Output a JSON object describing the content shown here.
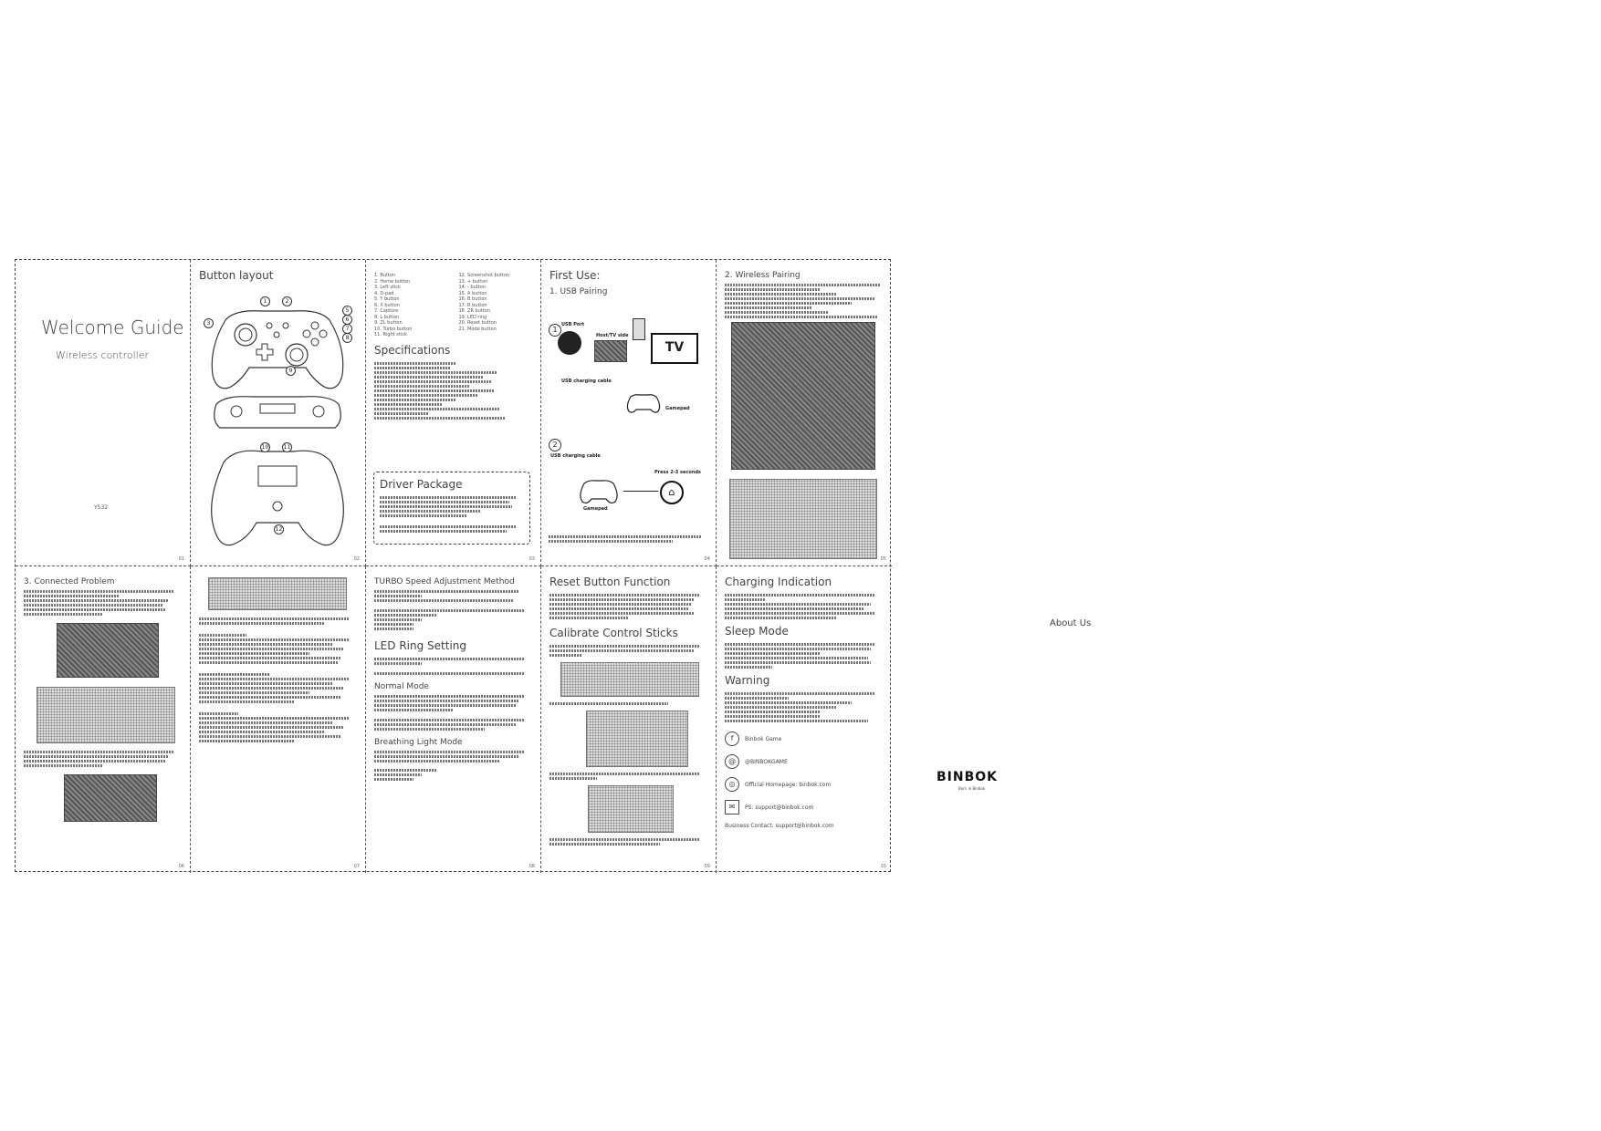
{
  "cover": {
    "title": "Welcome Guide",
    "subtitle": "Wireless controller",
    "model": "Y532"
  },
  "layout": {
    "title": "Button layout"
  },
  "spec": {
    "buttons": [
      "1. Button",
      "2. Home button",
      "3. Left stick",
      "4. D-pad",
      "5. Y button",
      "6. X button",
      "7. Capture",
      "8. L button",
      "9. ZL button",
      "10. Turbo button",
      "11. Right stick",
      "12. Screenshot button",
      "13. + button",
      "14. - button",
      "15. A button",
      "16. B button",
      "17. R button",
      "18. ZR button",
      "19. LED ring",
      "20. Reset button",
      "21. Mode button"
    ],
    "title": "Specifications",
    "driver_title": "Driver Package"
  },
  "firstuse": {
    "title": "First Use:",
    "subtitle": "1. USB Pairing",
    "usb_port": "USB Port",
    "host_label": "Host/TV side",
    "tv": "TV",
    "cable": "USB charging cable",
    "gamepad": "Gamepad",
    "press": "Press 2-3 seconds",
    "step1": "1",
    "step2": "2"
  },
  "wireless": {
    "title": "2. Wireless Pairing"
  },
  "connected": {
    "title": "3. Connected Problem"
  },
  "turbo": {
    "title": "TURBO Speed Adjustment Method",
    "led_title": "LED Ring Setting",
    "mode_title": "Normal Mode",
    "breathing_title": "Breathing Light Mode"
  },
  "reset": {
    "title": "Reset Button Function",
    "calib_title": "Calibrate Control Sticks"
  },
  "charging": {
    "title": "Charging Indication",
    "sleep_title": "Sleep Mode",
    "warning_title": "Warning",
    "contacts": [
      "Binbok Game",
      "@BINBOKGAME",
      "Official Homepage: binbok.com",
      "PS: support@binbok.com",
      "Business Contact: support@binbok.com"
    ]
  },
  "about": {
    "title": "About Us",
    "brand": "BINBOK",
    "tagline": "Born in Binbok"
  },
  "page_numbers": [
    "01",
    "02",
    "03",
    "04",
    "05",
    "06",
    "07",
    "08",
    "09",
    "10"
  ]
}
